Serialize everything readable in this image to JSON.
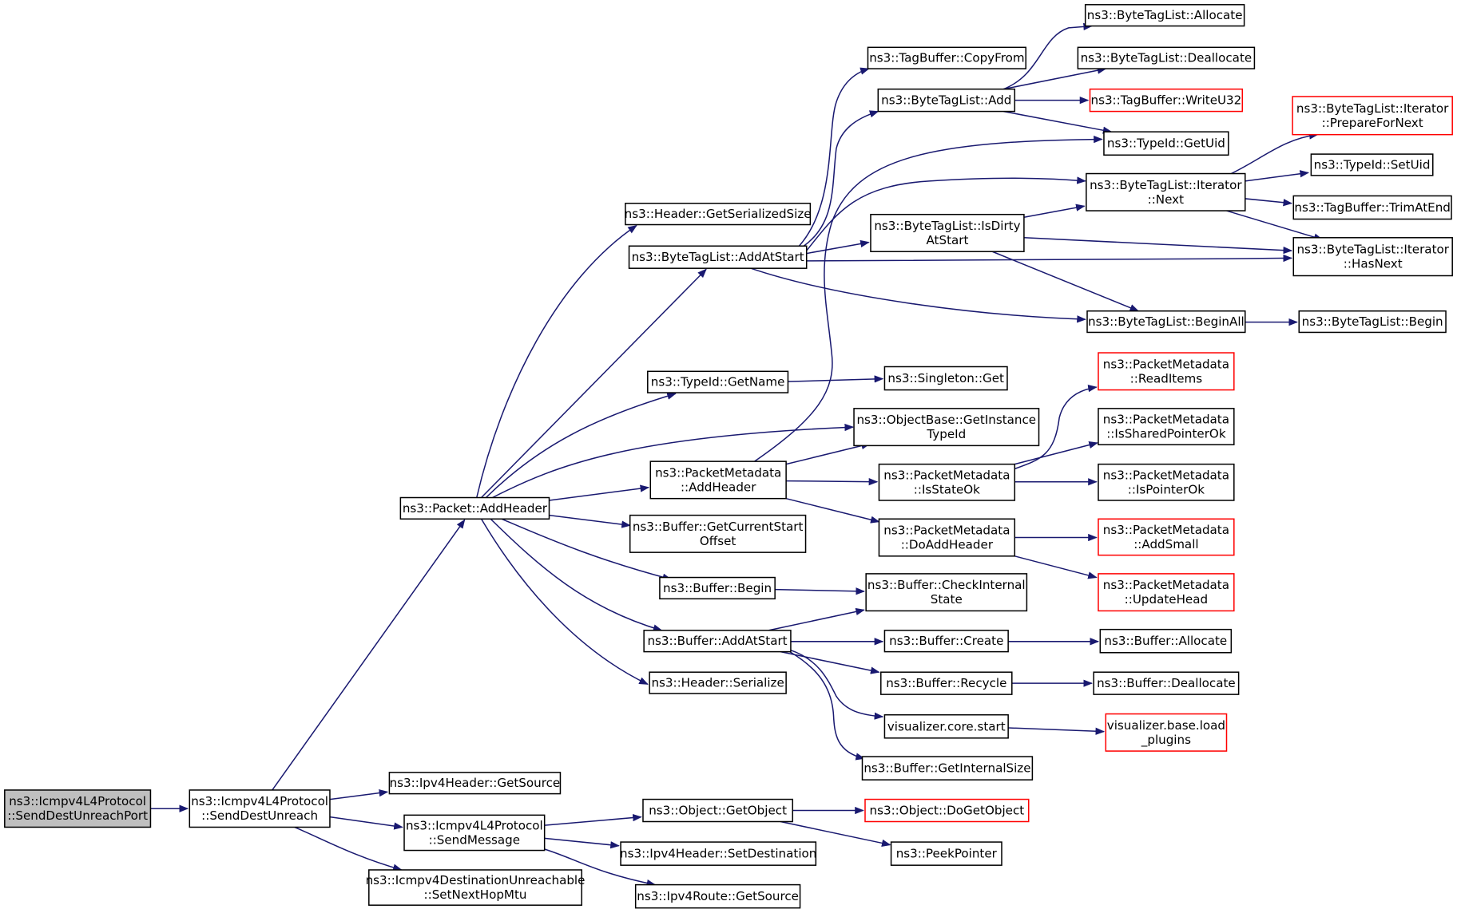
{
  "colors": {
    "edge": "#191970",
    "normal_border": "#000000",
    "truncated_border": "#ff0000",
    "root_fill": "#bfbfbf",
    "node_fill": "#ffffff"
  },
  "nodes": [
    {
      "id": "n0",
      "kind": "root",
      "lines": [
        "ns3::Icmpv4L4Protocol",
        "::SendDestUnreachPort"
      ]
    },
    {
      "id": "n1",
      "kind": "normal",
      "lines": [
        "ns3::Icmpv4L4Protocol",
        "::SendDestUnreach"
      ]
    },
    {
      "id": "n2",
      "kind": "normal",
      "lines": [
        "ns3::Packet::AddHeader"
      ]
    },
    {
      "id": "n3",
      "kind": "normal",
      "lines": [
        "ns3::Ipv4Header::GetSource"
      ]
    },
    {
      "id": "n4",
      "kind": "normal",
      "lines": [
        "ns3::Icmpv4L4Protocol",
        "::SendMessage"
      ]
    },
    {
      "id": "n5",
      "kind": "normal",
      "lines": [
        "ns3::Icmpv4DestinationUnreachable",
        "::SetNextHopMtu"
      ]
    },
    {
      "id": "n6",
      "kind": "normal",
      "lines": [
        "ns3::Header::GetSerializedSize"
      ]
    },
    {
      "id": "n7",
      "kind": "normal",
      "lines": [
        "ns3::ByteTagList::AddAtStart"
      ]
    },
    {
      "id": "n8",
      "kind": "normal",
      "lines": [
        "ns3::TypeId::GetName"
      ]
    },
    {
      "id": "n9",
      "kind": "normal",
      "lines": [
        "ns3::PacketMetadata",
        "::AddHeader"
      ]
    },
    {
      "id": "n10",
      "kind": "normal",
      "lines": [
        "ns3::Buffer::GetCurrentStart",
        "Offset"
      ]
    },
    {
      "id": "n11",
      "kind": "normal",
      "lines": [
        "ns3::Buffer::Begin"
      ]
    },
    {
      "id": "n12",
      "kind": "normal",
      "lines": [
        "ns3::Buffer::AddAtStart"
      ]
    },
    {
      "id": "n13",
      "kind": "normal",
      "lines": [
        "ns3::Header::Serialize"
      ]
    },
    {
      "id": "n14",
      "kind": "normal",
      "lines": [
        "ns3::TagBuffer::CopyFrom"
      ]
    },
    {
      "id": "n15",
      "kind": "normal",
      "lines": [
        "ns3::ByteTagList::Add"
      ]
    },
    {
      "id": "n16",
      "kind": "normal",
      "lines": [
        "ns3::ByteTagList::IsDirty",
        "AtStart"
      ]
    },
    {
      "id": "n17",
      "kind": "normal",
      "lines": [
        "ns3::ByteTagList::Allocate"
      ]
    },
    {
      "id": "n18",
      "kind": "normal",
      "lines": [
        "ns3::ByteTagList::Deallocate"
      ]
    },
    {
      "id": "n19",
      "kind": "truncated",
      "lines": [
        "ns3::TagBuffer::WriteU32"
      ]
    },
    {
      "id": "n20",
      "kind": "normal",
      "lines": [
        "ns3::TypeId::GetUid"
      ]
    },
    {
      "id": "n21",
      "kind": "normal",
      "lines": [
        "ns3::ByteTagList::Iterator",
        "::Next"
      ]
    },
    {
      "id": "n22",
      "kind": "normal",
      "lines": [
        "ns3::ByteTagList::Iterator",
        "::HasNext"
      ]
    },
    {
      "id": "n23",
      "kind": "normal",
      "lines": [
        "ns3::ByteTagList::BeginAll"
      ]
    },
    {
      "id": "n24",
      "kind": "truncated",
      "lines": [
        "ns3::ByteTagList::Iterator",
        "::PrepareForNext"
      ]
    },
    {
      "id": "n25",
      "kind": "normal",
      "lines": [
        "ns3::TypeId::SetUid"
      ]
    },
    {
      "id": "n26",
      "kind": "normal",
      "lines": [
        "ns3::TagBuffer::TrimAtEnd"
      ]
    },
    {
      "id": "n27",
      "kind": "normal",
      "lines": [
        "ns3::ByteTagList::Begin"
      ]
    },
    {
      "id": "n28",
      "kind": "normal",
      "lines": [
        "ns3::Singleton::Get"
      ]
    },
    {
      "id": "n29",
      "kind": "normal",
      "lines": [
        "ns3::ObjectBase::GetInstance",
        "TypeId"
      ]
    },
    {
      "id": "n30",
      "kind": "normal",
      "lines": [
        "ns3::PacketMetadata",
        "::IsStateOk"
      ]
    },
    {
      "id": "n31",
      "kind": "normal",
      "lines": [
        "ns3::PacketMetadata",
        "::DoAddHeader"
      ]
    },
    {
      "id": "n32",
      "kind": "truncated",
      "lines": [
        "ns3::PacketMetadata",
        "::ReadItems"
      ]
    },
    {
      "id": "n33",
      "kind": "normal",
      "lines": [
        "ns3::PacketMetadata",
        "::IsSharedPointerOk"
      ]
    },
    {
      "id": "n34",
      "kind": "normal",
      "lines": [
        "ns3::PacketMetadata",
        "::IsPointerOk"
      ]
    },
    {
      "id": "n35",
      "kind": "truncated",
      "lines": [
        "ns3::PacketMetadata",
        "::AddSmall"
      ]
    },
    {
      "id": "n36",
      "kind": "truncated",
      "lines": [
        "ns3::PacketMetadata",
        "::UpdateHead"
      ]
    },
    {
      "id": "n37",
      "kind": "normal",
      "lines": [
        "ns3::Buffer::CheckInternal",
        "State"
      ]
    },
    {
      "id": "n38",
      "kind": "normal",
      "lines": [
        "ns3::Buffer::Create"
      ]
    },
    {
      "id": "n39",
      "kind": "normal",
      "lines": [
        "ns3::Buffer::Recycle"
      ]
    },
    {
      "id": "n40",
      "kind": "normal",
      "lines": [
        "visualizer.core.start"
      ]
    },
    {
      "id": "n41",
      "kind": "normal",
      "lines": [
        "ns3::Buffer::GetInternalSize"
      ]
    },
    {
      "id": "n42",
      "kind": "normal",
      "lines": [
        "ns3::Buffer::Allocate"
      ]
    },
    {
      "id": "n43",
      "kind": "normal",
      "lines": [
        "ns3::Buffer::Deallocate"
      ]
    },
    {
      "id": "n44",
      "kind": "truncated",
      "lines": [
        "visualizer.base.load",
        "_plugins"
      ]
    },
    {
      "id": "n45",
      "kind": "normal",
      "lines": [
        "ns3::Object::GetObject"
      ]
    },
    {
      "id": "n46",
      "kind": "normal",
      "lines": [
        "ns3::Ipv4Header::SetDestination"
      ]
    },
    {
      "id": "n47",
      "kind": "normal",
      "lines": [
        "ns3::Ipv4Route::GetSource"
      ]
    },
    {
      "id": "n48",
      "kind": "truncated",
      "lines": [
        "ns3::Object::DoGetObject"
      ]
    },
    {
      "id": "n49",
      "kind": "normal",
      "lines": [
        "ns3::PeekPointer"
      ]
    }
  ],
  "edges": [
    [
      "n0",
      "n1"
    ],
    [
      "n1",
      "n2"
    ],
    [
      "n1",
      "n3"
    ],
    [
      "n1",
      "n4"
    ],
    [
      "n1",
      "n5"
    ],
    [
      "n2",
      "n6"
    ],
    [
      "n2",
      "n7"
    ],
    [
      "n2",
      "n8"
    ],
    [
      "n2",
      "n29"
    ],
    [
      "n2",
      "n9"
    ],
    [
      "n2",
      "n10"
    ],
    [
      "n2",
      "n11"
    ],
    [
      "n2",
      "n12"
    ],
    [
      "n2",
      "n13"
    ],
    [
      "n7",
      "n14"
    ],
    [
      "n7",
      "n15"
    ],
    [
      "n7",
      "n21"
    ],
    [
      "n7",
      "n16"
    ],
    [
      "n7",
      "n22"
    ],
    [
      "n7",
      "n23"
    ],
    [
      "n15",
      "n17"
    ],
    [
      "n15",
      "n18"
    ],
    [
      "n15",
      "n19"
    ],
    [
      "n15",
      "n20"
    ],
    [
      "n16",
      "n21"
    ],
    [
      "n16",
      "n22"
    ],
    [
      "n16",
      "n23"
    ],
    [
      "n21",
      "n24"
    ],
    [
      "n21",
      "n25"
    ],
    [
      "n21",
      "n26"
    ],
    [
      "n21",
      "n22"
    ],
    [
      "n23",
      "n27"
    ],
    [
      "n8",
      "n28"
    ],
    [
      "n9",
      "n20"
    ],
    [
      "n9",
      "n29"
    ],
    [
      "n9",
      "n30"
    ],
    [
      "n9",
      "n31"
    ],
    [
      "n30",
      "n32"
    ],
    [
      "n30",
      "n33"
    ],
    [
      "n30",
      "n34"
    ],
    [
      "n31",
      "n35"
    ],
    [
      "n31",
      "n36"
    ],
    [
      "n11",
      "n37"
    ],
    [
      "n12",
      "n37"
    ],
    [
      "n12",
      "n38"
    ],
    [
      "n12",
      "n39"
    ],
    [
      "n12",
      "n40"
    ],
    [
      "n12",
      "n41"
    ],
    [
      "n38",
      "n42"
    ],
    [
      "n39",
      "n43"
    ],
    [
      "n40",
      "n44"
    ],
    [
      "n4",
      "n45"
    ],
    [
      "n4",
      "n46"
    ],
    [
      "n4",
      "n47"
    ],
    [
      "n45",
      "n48"
    ],
    [
      "n45",
      "n49"
    ]
  ]
}
